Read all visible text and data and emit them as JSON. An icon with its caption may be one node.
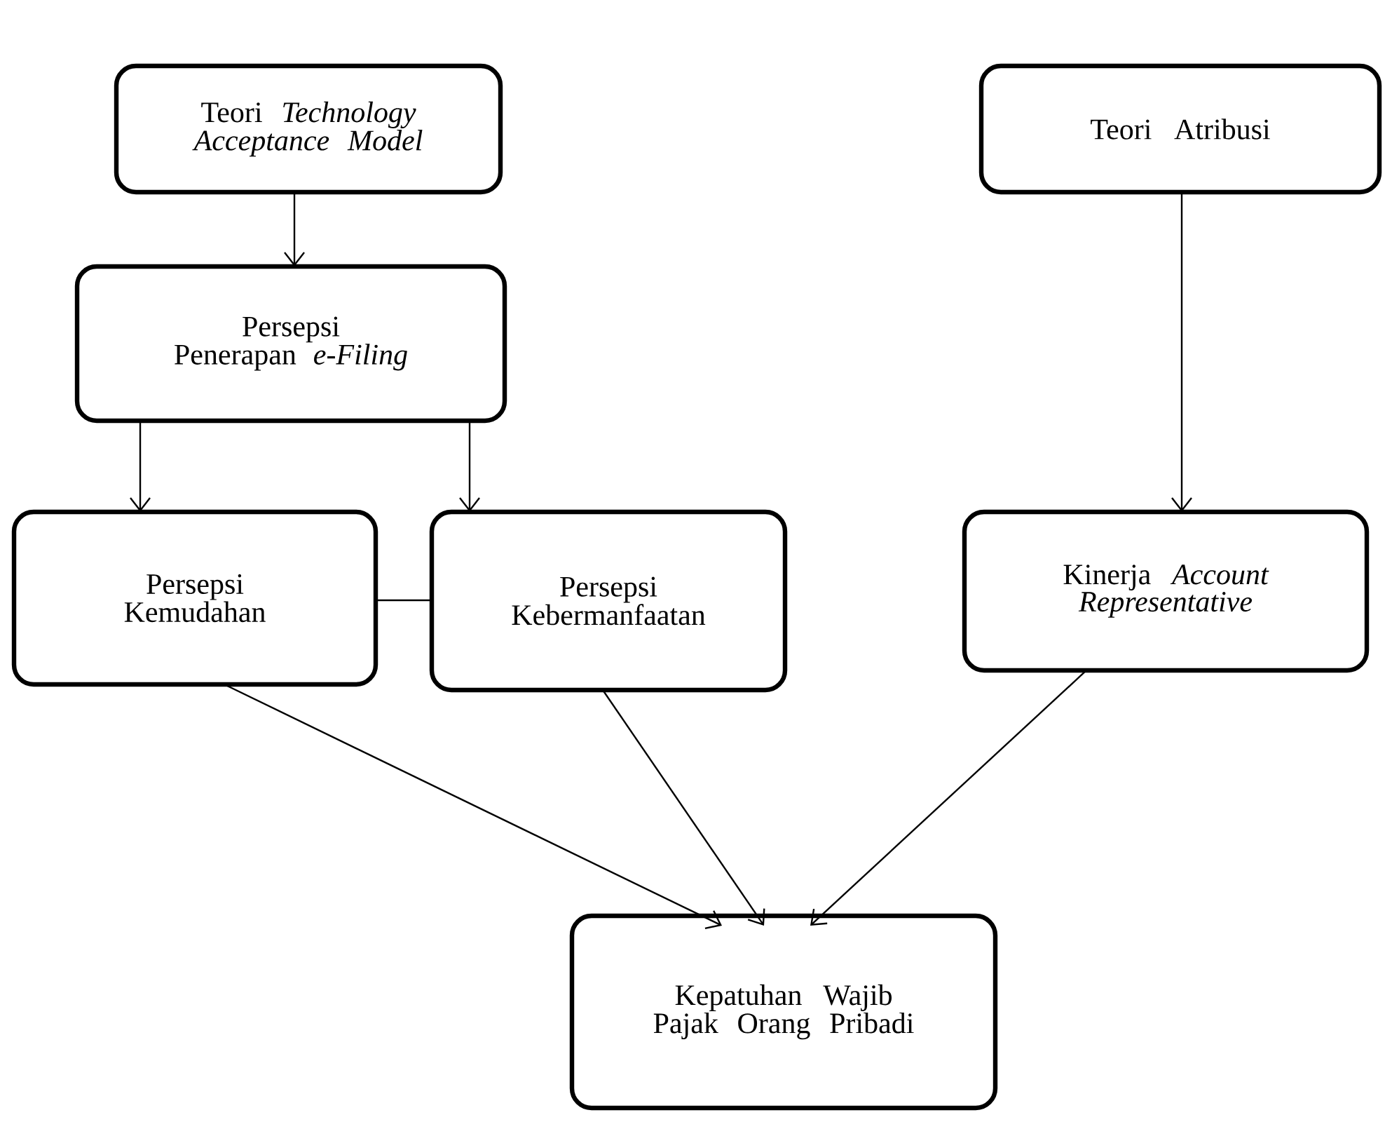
{
  "diagram": {
    "nodes": [
      {
        "text": [
          "Teori *Technology Acceptance Model*"
        ]
      },
      {
        "text": [
          "Teori Atribusi"
        ]
      },
      {
        "text": [
          "Persepsi Penerapan *e-Filing*"
        ]
      },
      {
        "text": [
          "Persepsi Kemudahan"
        ]
      },
      {
        "text": [
          "Persepsi Kebermanfaatan"
        ]
      },
      {
        "text": [
          "Kinerja *Account Representative*"
        ]
      },
      {
        "text": [
          "Kepatuhan Wajib Pajak Orang Pribadi"
        ]
      }
    ],
    "edges": [
      {
        "from": 0,
        "to": 2,
        "arrow": "to"
      },
      {
        "from": 1,
        "to": 5,
        "arrow": "to"
      },
      {
        "from": 2,
        "to": 3,
        "arrow": "to"
      },
      {
        "from": 2,
        "to": 4,
        "arrow": "to"
      },
      {
        "from": 3,
        "to": 4,
        "arrow": "none"
      },
      {
        "from": 3,
        "to": 6,
        "arrow": "to"
      },
      {
        "from": 4,
        "to": 6,
        "arrow": "to"
      },
      {
        "from": 5,
        "to": 6,
        "arrow": "to"
      }
    ]
  }
}
